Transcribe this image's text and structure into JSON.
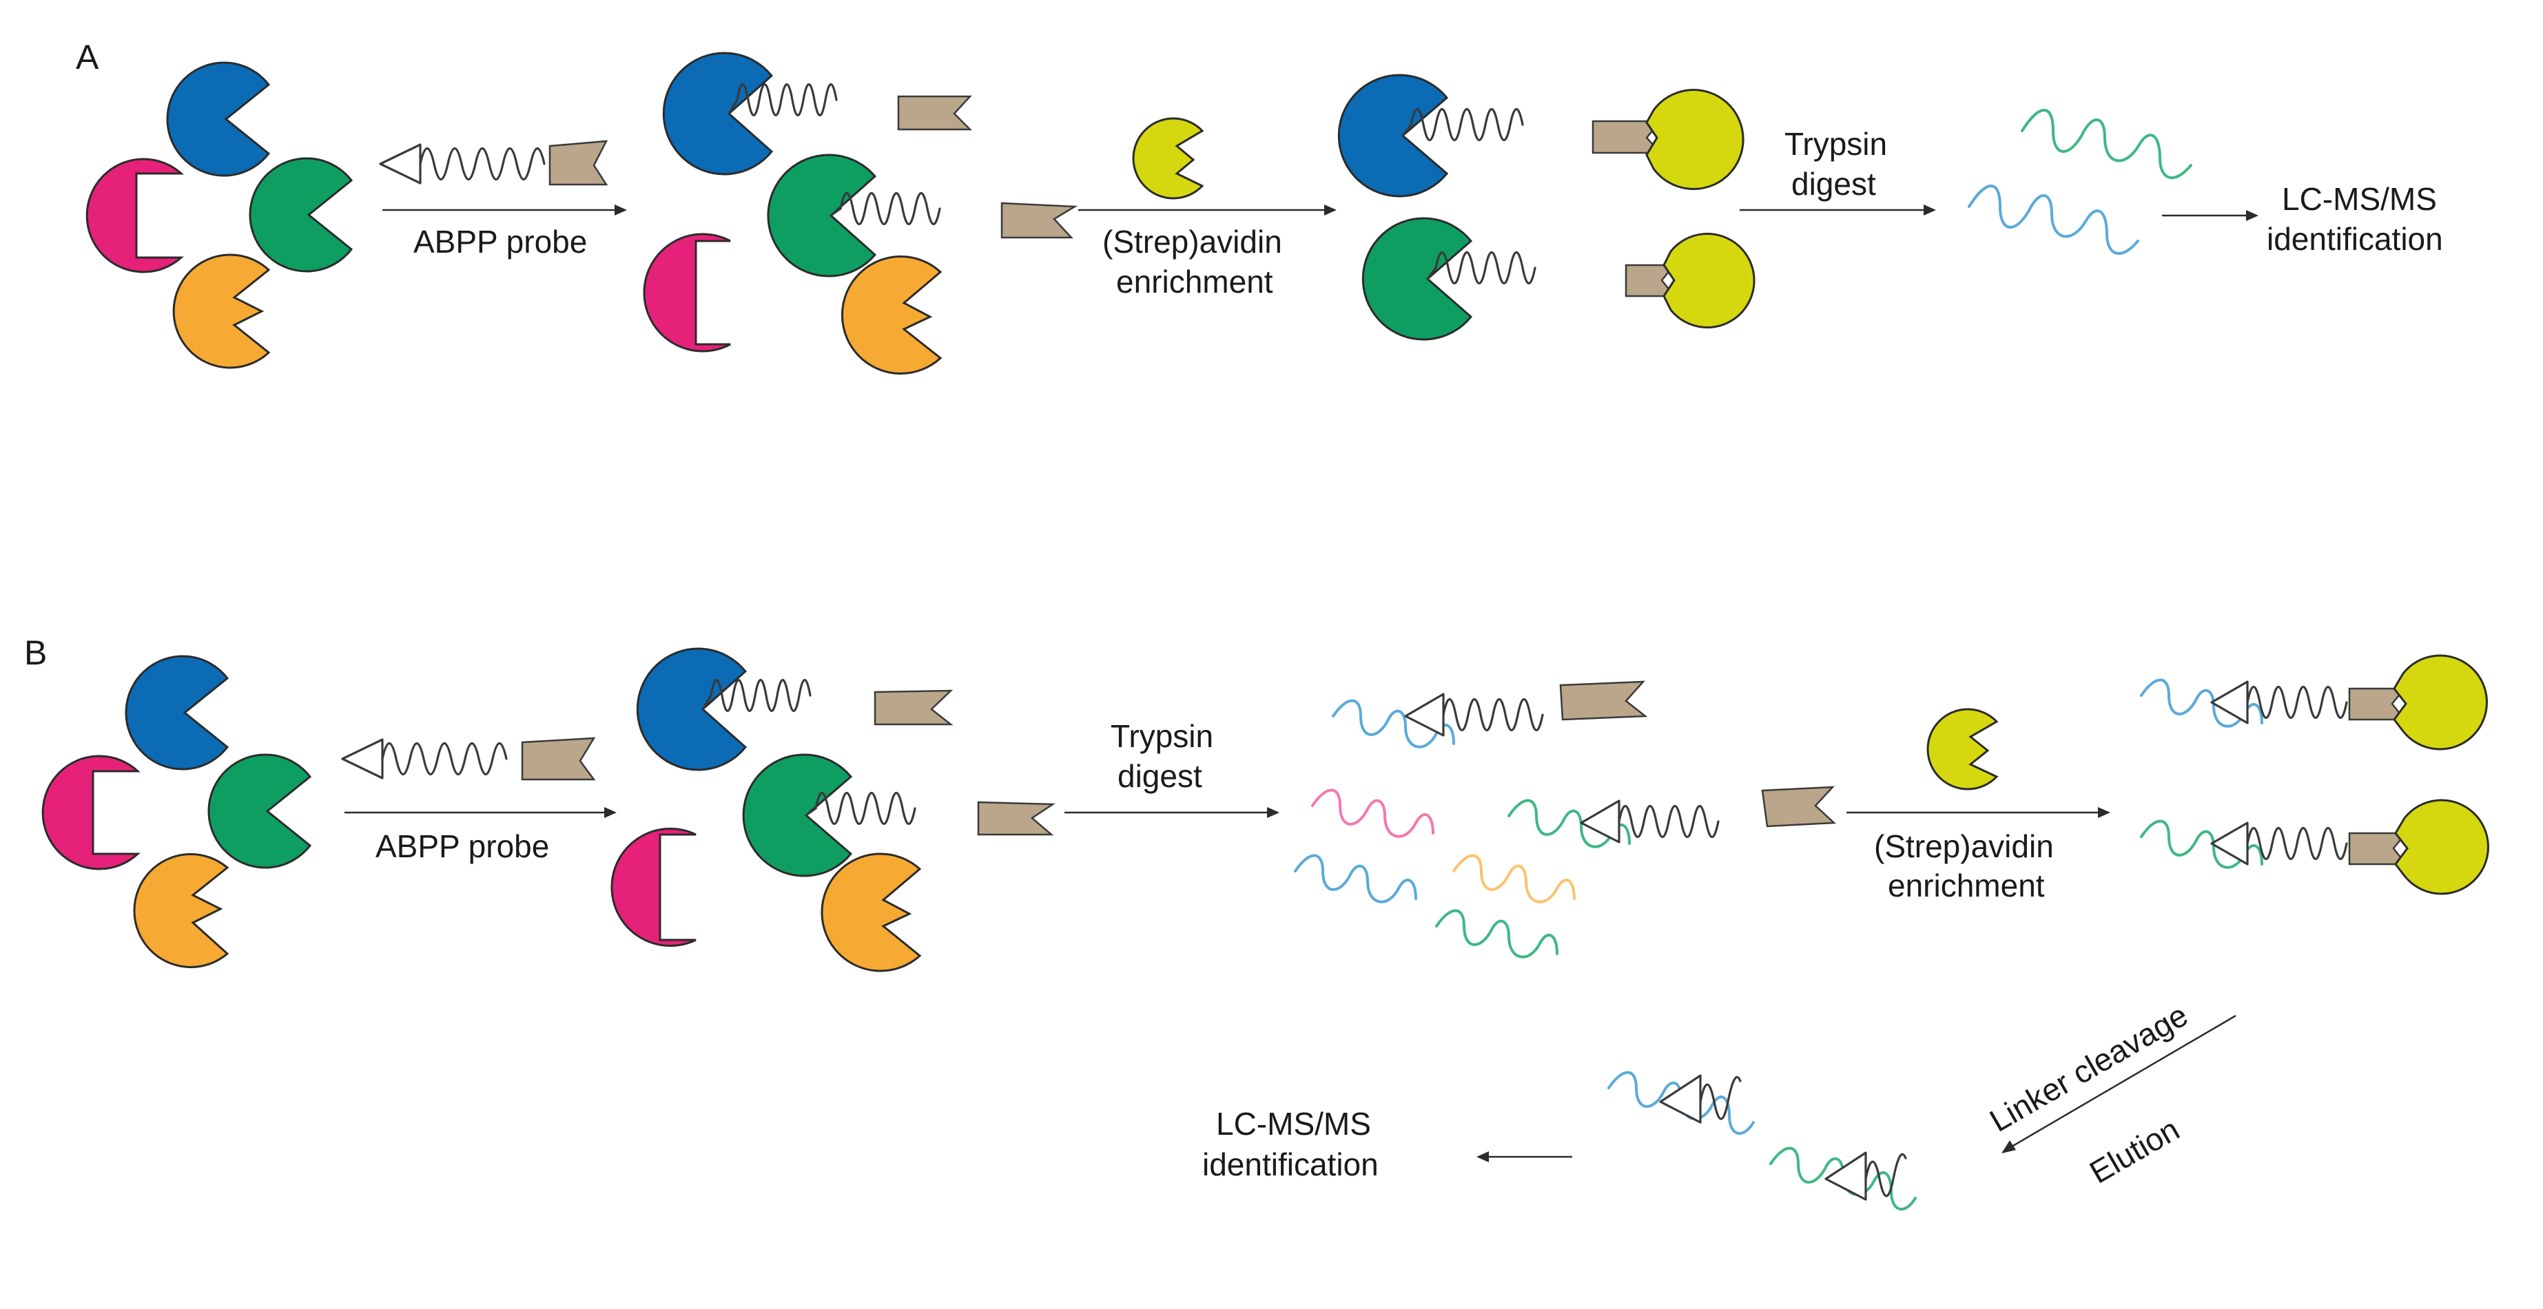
{
  "colors": {
    "blue_enzyme": "#0b6bb5",
    "green_enzyme": "#0f9e62",
    "pink_enzyme": "#e6217a",
    "orange_enzyme": "#f6a933",
    "avidin": "#d5d80f",
    "tag": "#b9a68b",
    "peptide_blue": "#5aaad9",
    "peptide_green": "#3fb882",
    "peptide_pink": "#f279ad",
    "peptide_orange": "#f9c36e"
  },
  "panel_a": {
    "label": "A",
    "step1": "ABPP probe",
    "step2_line1": "(Strep)avidin",
    "step2_line2": "enrichment",
    "step3_line1": "Trypsin",
    "step3_line2": "digest",
    "step4_line1": "LC-MS/MS",
    "step4_line2": "identification"
  },
  "panel_b": {
    "label": "B",
    "step1": "ABPP probe",
    "step2_line1": "Trypsin",
    "step2_line2": "digest",
    "step3_line1": "(Strep)avidin",
    "step3_line2": "enrichment",
    "step4_line1": "Linker cleavage",
    "step4_line2": "Elution",
    "step5_line1": "LC-MS/MS",
    "step5_line2": "identification"
  }
}
